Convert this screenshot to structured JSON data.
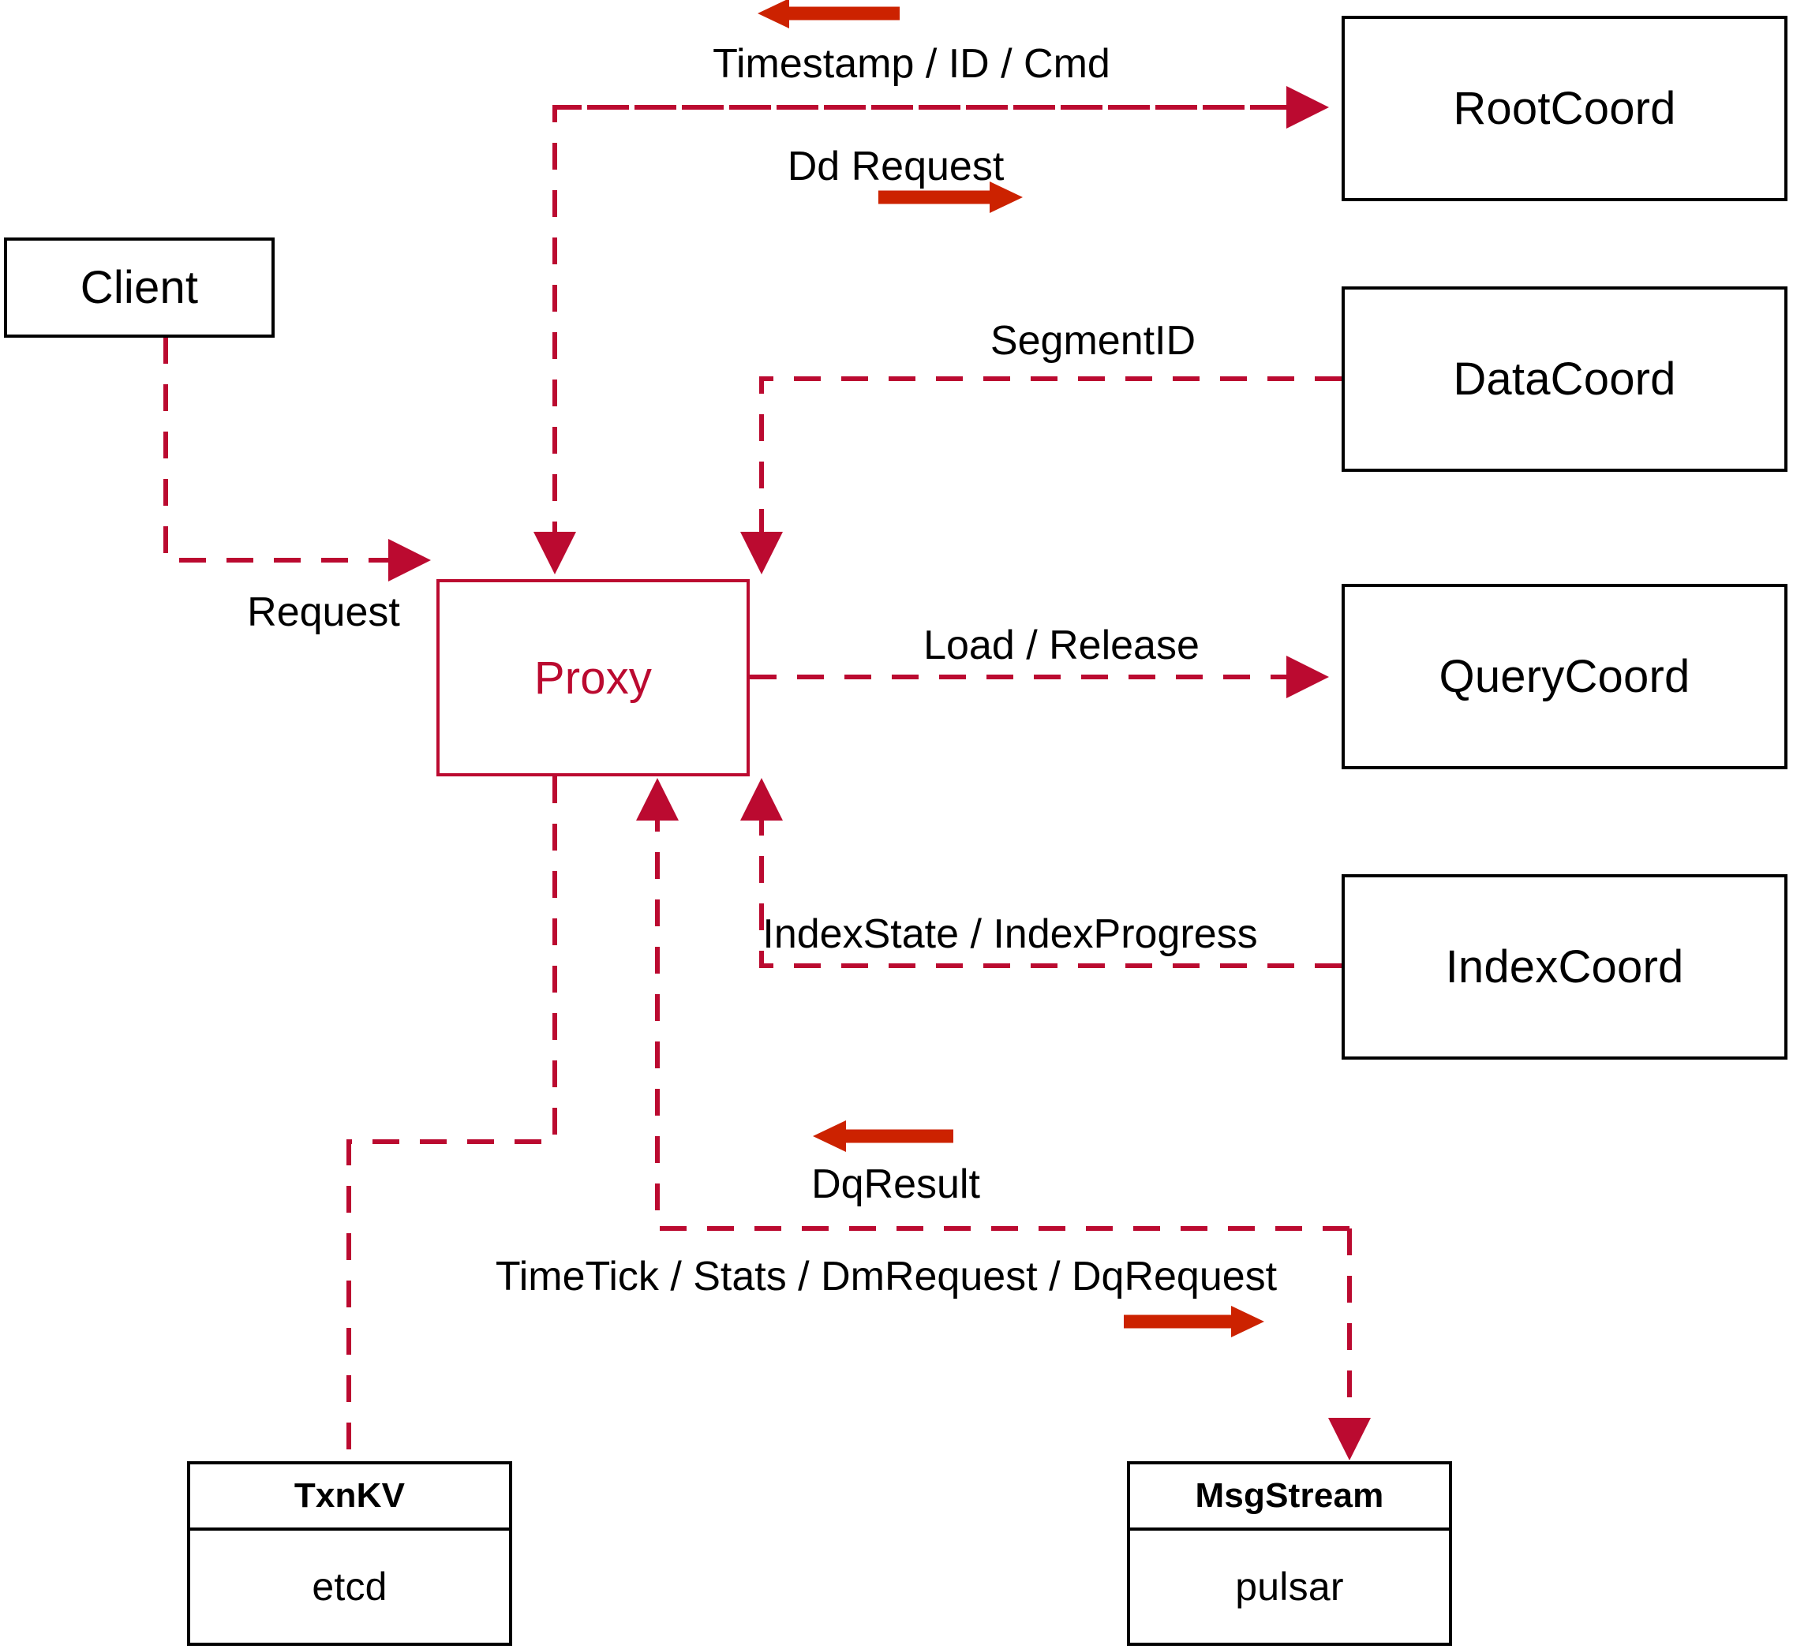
{
  "diagram": {
    "title": "Milvus Proxy interaction diagram",
    "accent_color": "#bb0a30",
    "arrow_color": "#cc2200",
    "node_color": "#000000",
    "background": "#ffffff"
  },
  "nodes": {
    "client": {
      "label": "Client"
    },
    "proxy": {
      "label": "Proxy"
    },
    "root_coord": {
      "label": "RootCoord"
    },
    "data_coord": {
      "label": "DataCoord"
    },
    "query_coord": {
      "label": "QueryCoord"
    },
    "index_coord": {
      "label": "IndexCoord"
    },
    "txn_kv": {
      "head": "TxnKV",
      "body": "etcd"
    },
    "msg_stream": {
      "head": "MsgStream",
      "body": "pulsar"
    }
  },
  "edges": {
    "timestamp_id_cmd": {
      "label": "Timestamp / ID / Cmd",
      "direction": "left"
    },
    "dd_request": {
      "label": "Dd Request",
      "direction": "right"
    },
    "segment_id": {
      "label": "SegmentID",
      "direction": "left"
    },
    "load_release": {
      "label": "Load / Release",
      "direction": "right"
    },
    "index_state": {
      "label": "IndexState / IndexProgress",
      "direction": "left"
    },
    "request": {
      "label": "Request",
      "direction": "right"
    },
    "dq_result": {
      "label": "DqResult",
      "direction": "left"
    },
    "timetick_stats": {
      "label": "TimeTick / Stats / DmRequest / DqRequest",
      "direction": "right"
    }
  }
}
